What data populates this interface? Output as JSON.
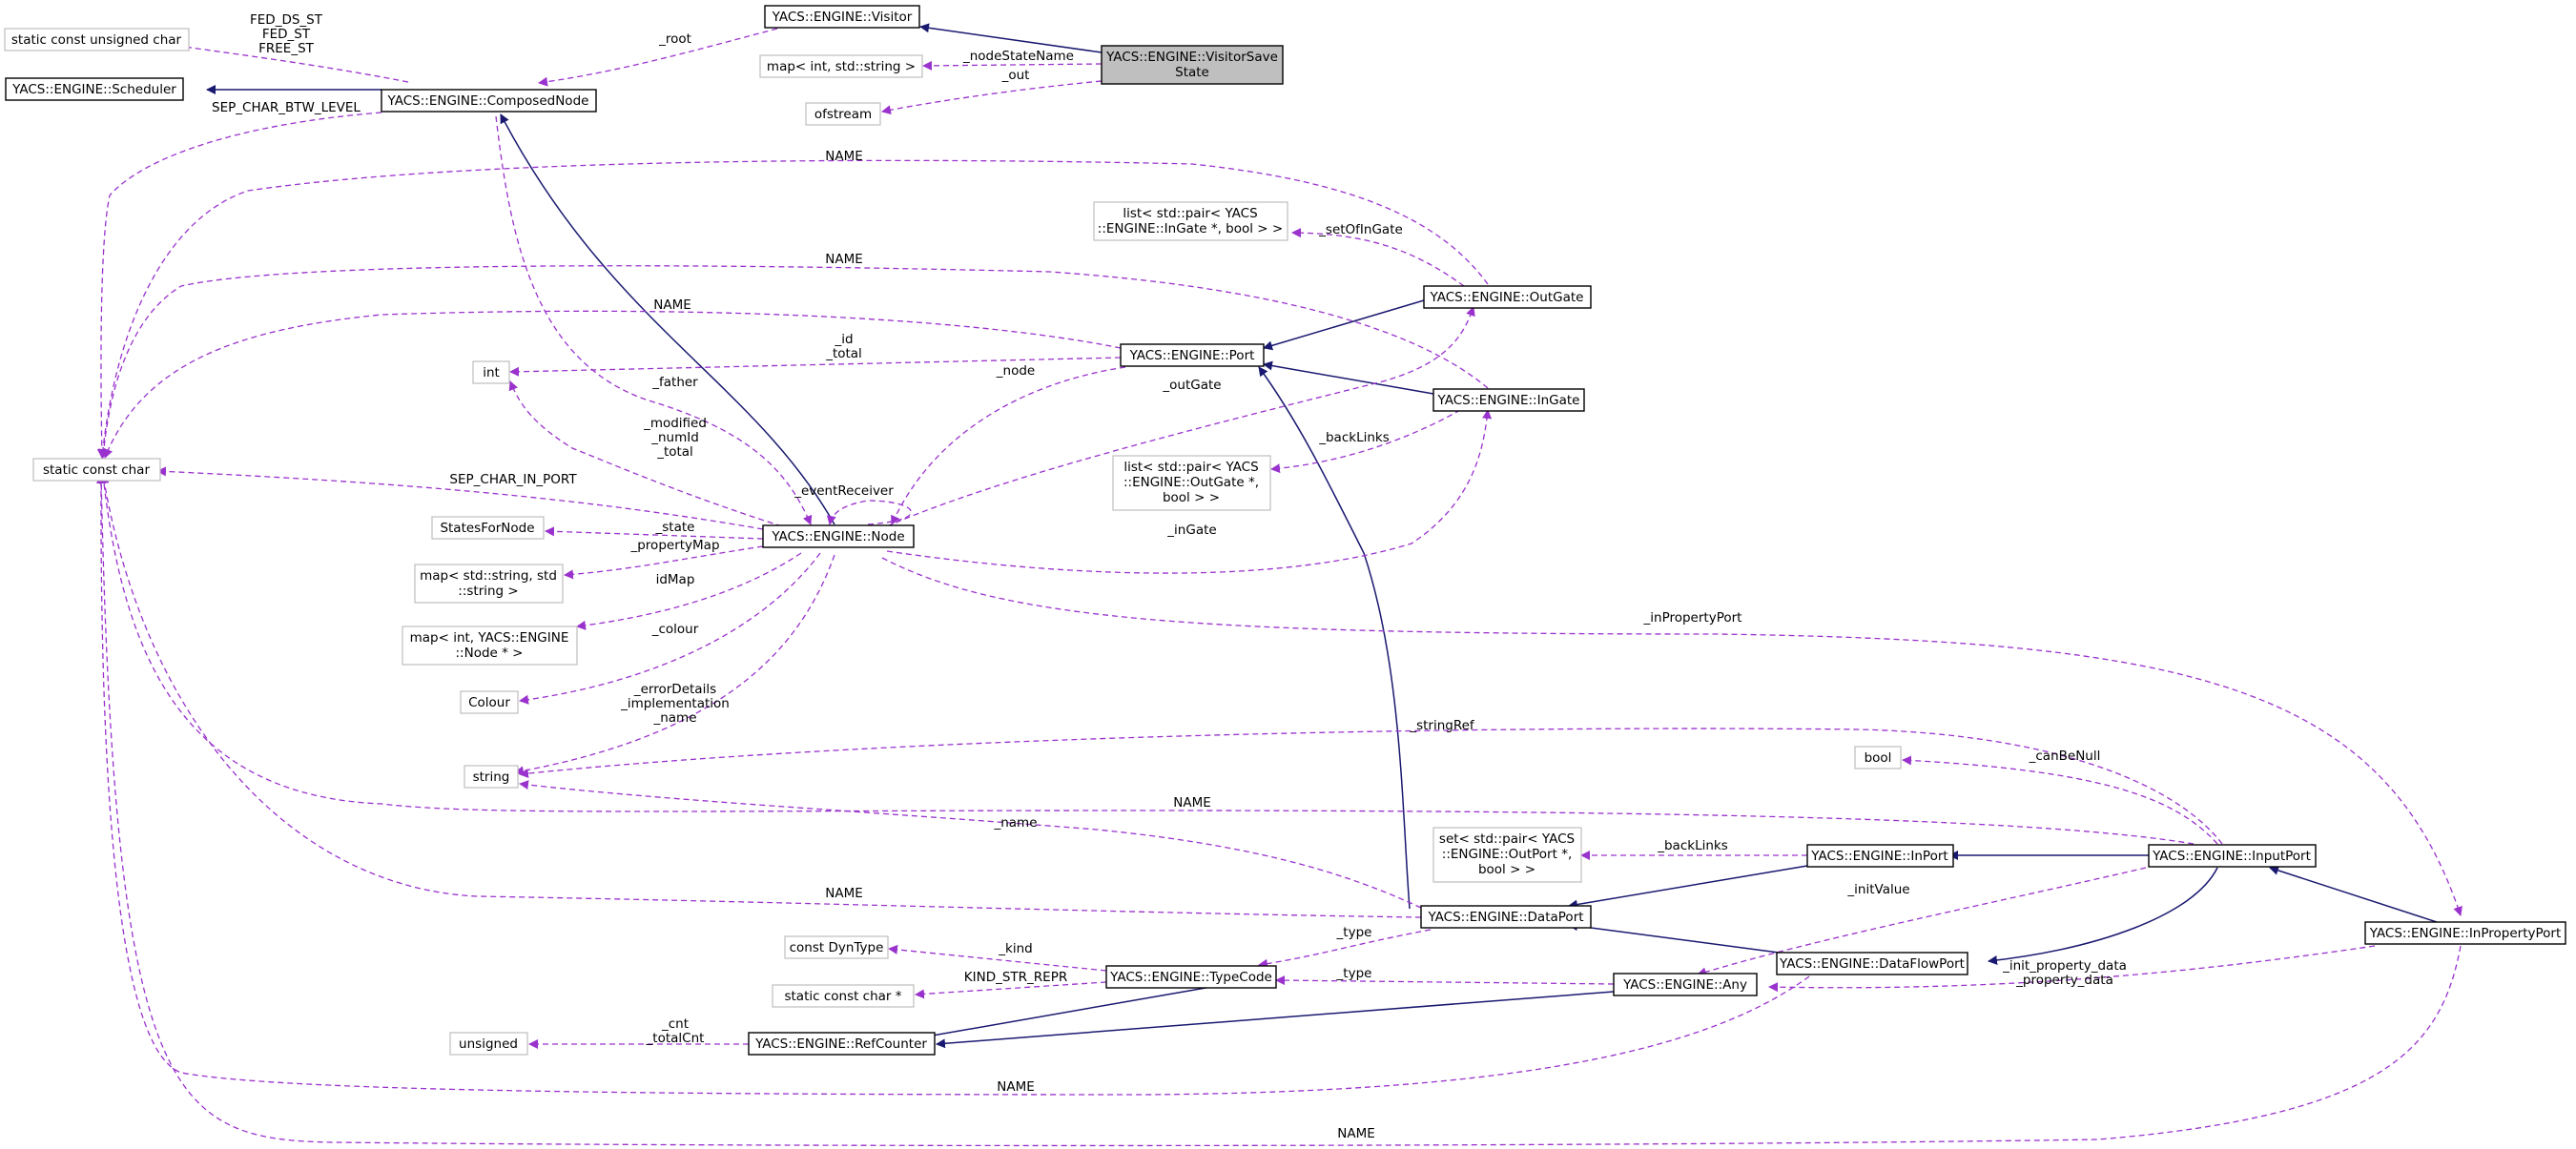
{
  "colors": {
    "inherit": "#191970",
    "usage": "#9a32cd",
    "focus_fill": "#bfbfbf",
    "muted_border": "#bfbfbf"
  },
  "nodes": {
    "visitor": [
      "YACS::ENGINE::Visitor"
    ],
    "visitor_save_state": [
      "YACS::ENGINE::VisitorSave",
      "State"
    ],
    "static_uchar": [
      "static const unsigned char"
    ],
    "map_int_string": [
      "map< int, std::string >"
    ],
    "ofstream": [
      "ofstream"
    ],
    "scheduler": [
      "YACS::ENGINE::Scheduler"
    ],
    "composed_node": [
      "YACS::ENGINE::ComposedNode"
    ],
    "list_ingate_pair": [
      "list< std::pair< YACS",
      "::ENGINE::InGate *, bool > >"
    ],
    "outgate": [
      "YACS::ENGINE::OutGate"
    ],
    "port": [
      "YACS::ENGINE::Port"
    ],
    "int": [
      "int"
    ],
    "ingate": [
      "YACS::ENGINE::InGate"
    ],
    "static_char": [
      "static const char"
    ],
    "list_outgate_pair": [
      "list< std::pair< YACS",
      "::ENGINE::OutGate *,",
      "bool > >"
    ],
    "states_for_node": [
      "StatesForNode"
    ],
    "node": [
      "YACS::ENGINE::Node"
    ],
    "map_string_string": [
      "map< std::string, std",
      "::string >"
    ],
    "map_int_node": [
      "map< int, YACS::ENGINE",
      "::Node * >"
    ],
    "colour": [
      "Colour"
    ],
    "string": [
      "string"
    ],
    "bool": [
      "bool"
    ],
    "set_outport_pair": [
      "set< std::pair< YACS",
      "::ENGINE::OutPort *,",
      "bool > >"
    ],
    "inport": [
      "YACS::ENGINE::InPort"
    ],
    "inputport": [
      "YACS::ENGINE::InputPort"
    ],
    "dataport": [
      "YACS::ENGINE::DataPort"
    ],
    "const_dyntype": [
      "const DynType"
    ],
    "typecode": [
      "YACS::ENGINE::TypeCode"
    ],
    "static_char_ptr": [
      "static const char *"
    ],
    "any": [
      "YACS::ENGINE::Any"
    ],
    "dataflowport": [
      "YACS::ENGINE::DataFlowPort"
    ],
    "inpropertyport": [
      "YACS::ENGINE::InPropertyPort"
    ],
    "unsigned": [
      "unsigned"
    ],
    "refcounter": [
      "YACS::ENGINE::RefCounter"
    ]
  },
  "edge_labels": {
    "fed_ds_st": [
      "FED_DS_ST",
      "FED_ST",
      "FREE_ST"
    ],
    "root": [
      "_root"
    ],
    "node_state_name": [
      "_nodeStateName"
    ],
    "out": [
      "_out"
    ],
    "sep_char_btw_level": [
      "SEP_CHAR_BTW_LEVEL"
    ],
    "name_outgate": [
      "NAME"
    ],
    "set_of_ingate": [
      "_setOfInGate"
    ],
    "name_ingate": [
      "NAME"
    ],
    "name_port": [
      "NAME"
    ],
    "id_total": [
      "_id",
      "_total"
    ],
    "father": [
      "_father"
    ],
    "node_port": [
      "_node"
    ],
    "outgate_node": [
      "_outGate"
    ],
    "back_links_ingate": [
      "_backLinks"
    ],
    "modified": [
      "_modified",
      "_numId",
      "_total"
    ],
    "sep_char_in_port": [
      "SEP_CHAR_IN_PORT"
    ],
    "event_receiver": [
      "_eventReceiver"
    ],
    "state": [
      "_state"
    ],
    "property_map": [
      "_propertyMap"
    ],
    "ingate_node": [
      "_inGate"
    ],
    "id_map": [
      "idMap"
    ],
    "colour": [
      "_colour"
    ],
    "in_property_port": [
      "_inPropertyPort"
    ],
    "error_details": [
      "_errorDetails",
      "_implementation",
      "_name"
    ],
    "string_ref": [
      "_stringRef"
    ],
    "can_be_null": [
      "_canBeNull"
    ],
    "name_inputport": [
      "NAME"
    ],
    "name_string": [
      "_name"
    ],
    "back_links_inport": [
      "_backLinks"
    ],
    "name_dataport": [
      "NAME"
    ],
    "init_value": [
      "_initValue"
    ],
    "type_dataport": [
      "_type"
    ],
    "kind": [
      "_kind"
    ],
    "kind_str_repr": [
      "KIND_STR_REPR"
    ],
    "type_any": [
      "_type"
    ],
    "init_property_data": [
      "_init_property_data",
      "_property_data"
    ],
    "cnt": [
      "_cnt",
      "_totalCnt"
    ],
    "name_dataflowport": [
      "NAME"
    ],
    "name_inpropertyport": [
      "NAME"
    ]
  }
}
